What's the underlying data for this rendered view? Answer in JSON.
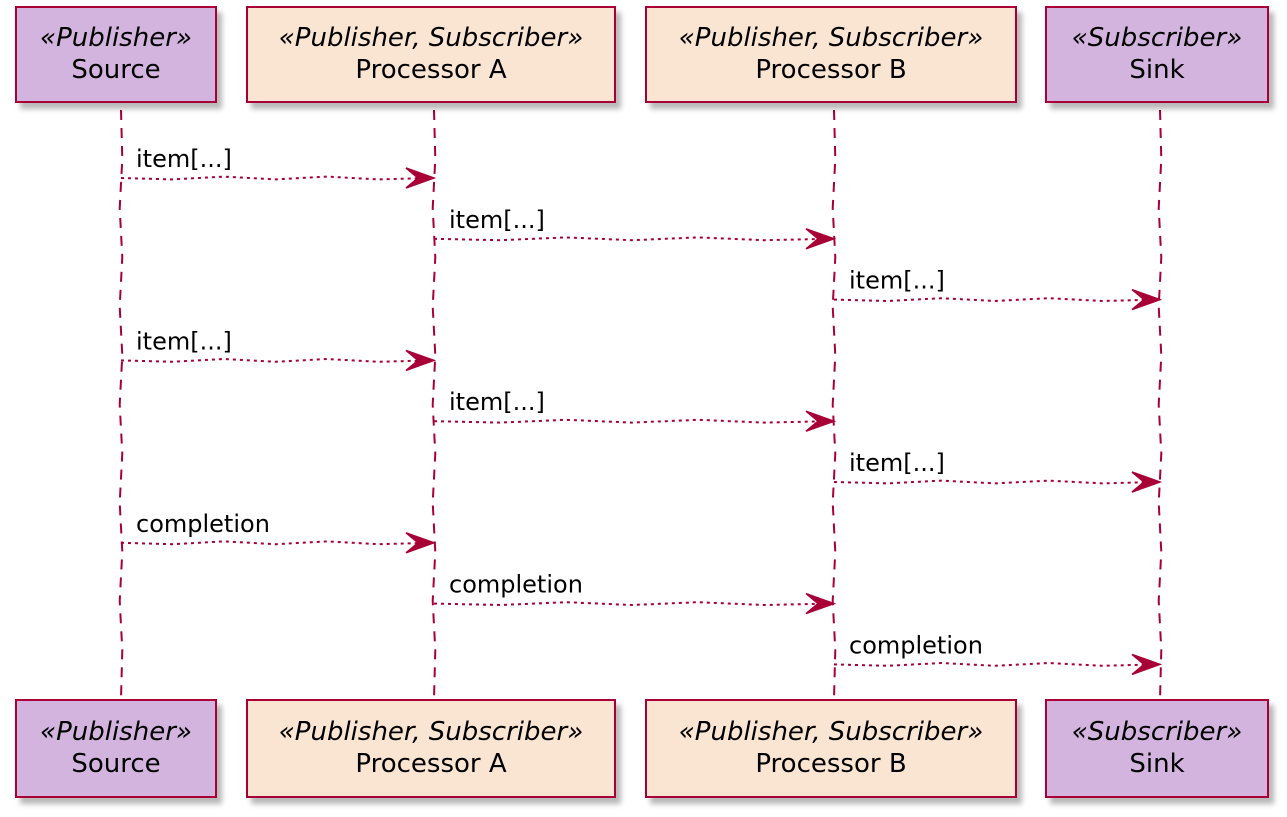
{
  "colors": {
    "border": "#a80036",
    "publisher_fill": "#d2b4de",
    "processor_fill": "#fae5d3",
    "line": "#a80036"
  },
  "participants": [
    {
      "id": "source",
      "stereotype": "«Publisher»",
      "name": "Source",
      "kind": "publisher"
    },
    {
      "id": "procA",
      "stereotype": "«Publisher, Subscriber»",
      "name": "Processor A",
      "kind": "processor"
    },
    {
      "id": "procB",
      "stereotype": "«Publisher, Subscriber»",
      "name": "Processor B",
      "kind": "processor"
    },
    {
      "id": "sink",
      "stereotype": "«Subscriber»",
      "name": "Sink",
      "kind": "publisher"
    }
  ],
  "messages": [
    {
      "from": "source",
      "to": "procA",
      "label": "item[...]"
    },
    {
      "from": "procA",
      "to": "procB",
      "label": "item[...]"
    },
    {
      "from": "procB",
      "to": "sink",
      "label": "item[...]"
    },
    {
      "from": "source",
      "to": "procA",
      "label": "item[...]"
    },
    {
      "from": "procA",
      "to": "procB",
      "label": "item[...]"
    },
    {
      "from": "procB",
      "to": "sink",
      "label": "item[...]"
    },
    {
      "from": "source",
      "to": "procA",
      "label": "completion"
    },
    {
      "from": "procA",
      "to": "procB",
      "label": "completion"
    },
    {
      "from": "procB",
      "to": "sink",
      "label": "completion"
    }
  ]
}
